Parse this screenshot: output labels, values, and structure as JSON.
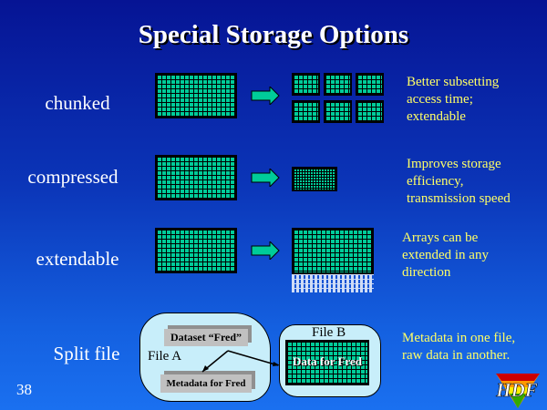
{
  "title": "Special Storage Options",
  "rows": [
    {
      "label": "chunked",
      "note": [
        "Better subsetting",
        "access time;",
        "extendable"
      ]
    },
    {
      "label": "compressed",
      "note": [
        "Improves storage",
        "efficiency,",
        "transmission speed"
      ]
    },
    {
      "label": "extendable",
      "note": [
        "Arrays can be",
        "extended  in any",
        "direction"
      ]
    },
    {
      "label": "Split file",
      "note": [
        "Metadata in one file,",
        "raw data in another."
      ]
    }
  ],
  "split": {
    "file_a": "File A",
    "file_b": "File B",
    "dataset": "Dataset “Fred”",
    "metadata": "Metadata for Fred",
    "data": "Data for Fred"
  },
  "slide_number": "38",
  "logo": "HDF",
  "colors": {
    "grid": "#00cc99",
    "note": "#ffff66"
  }
}
